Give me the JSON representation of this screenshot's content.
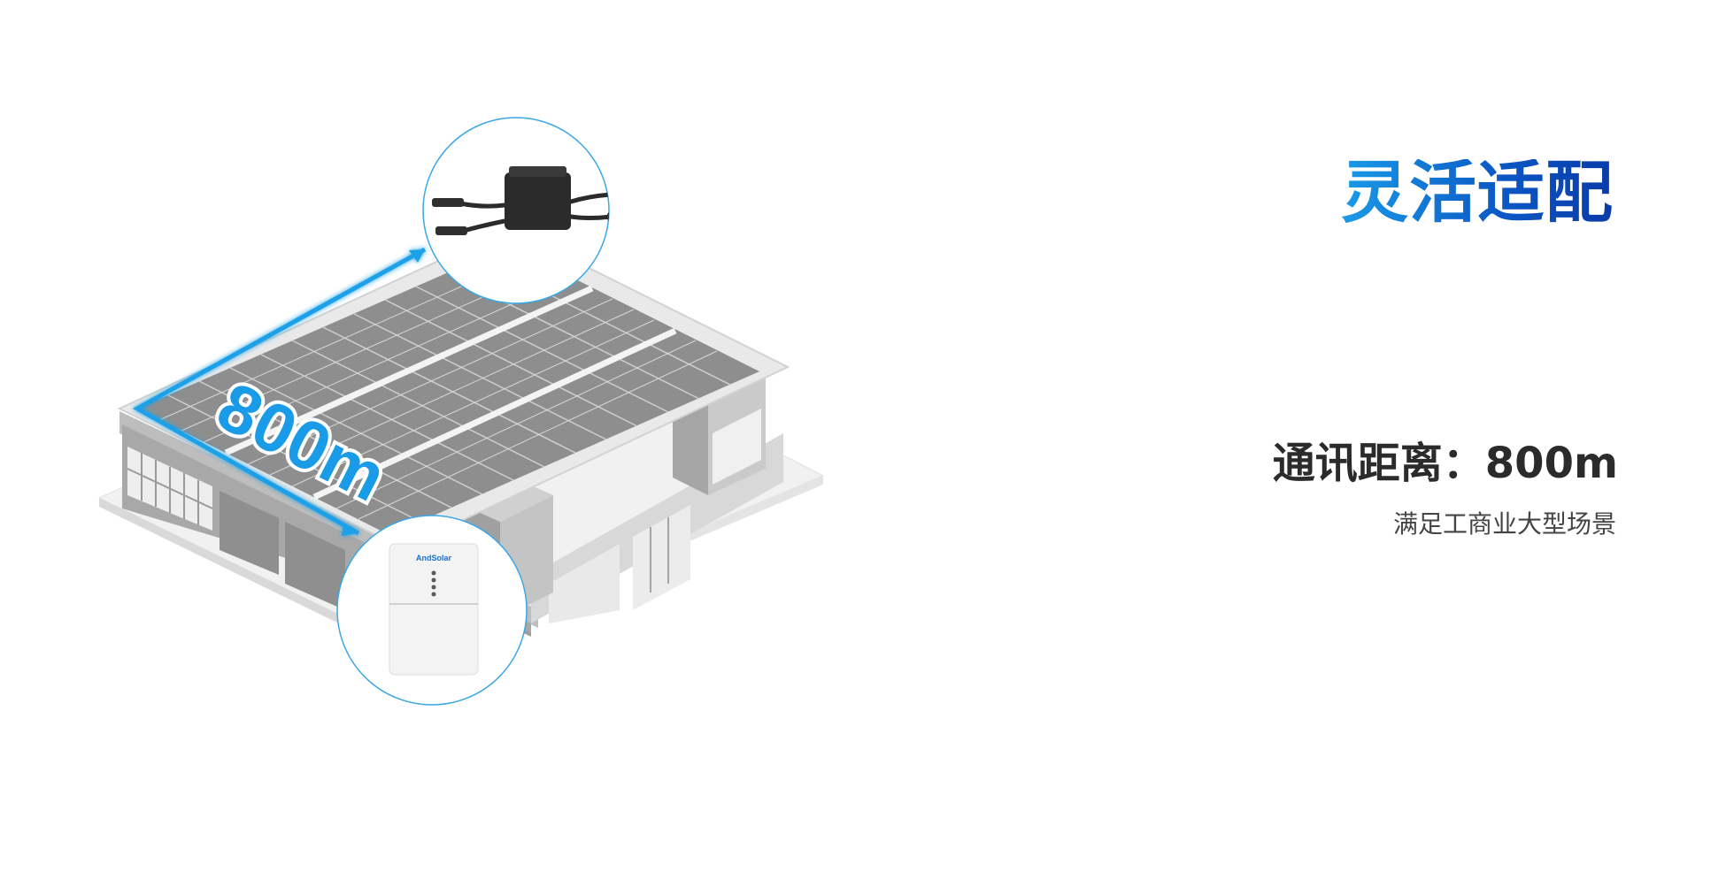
{
  "headline": "灵活适配",
  "spec": {
    "title": "通讯距离：800m",
    "subtitle": "满足工商业大型场景"
  },
  "illustration": {
    "distance_label": "800m",
    "gateway_brand": "AndSolar",
    "accent_color": "#1a9be8",
    "arrow_color": "#1ea0e8",
    "headline_gradient": [
      "#1a9be8",
      "#0b57c4",
      "#0a3aa8"
    ]
  }
}
